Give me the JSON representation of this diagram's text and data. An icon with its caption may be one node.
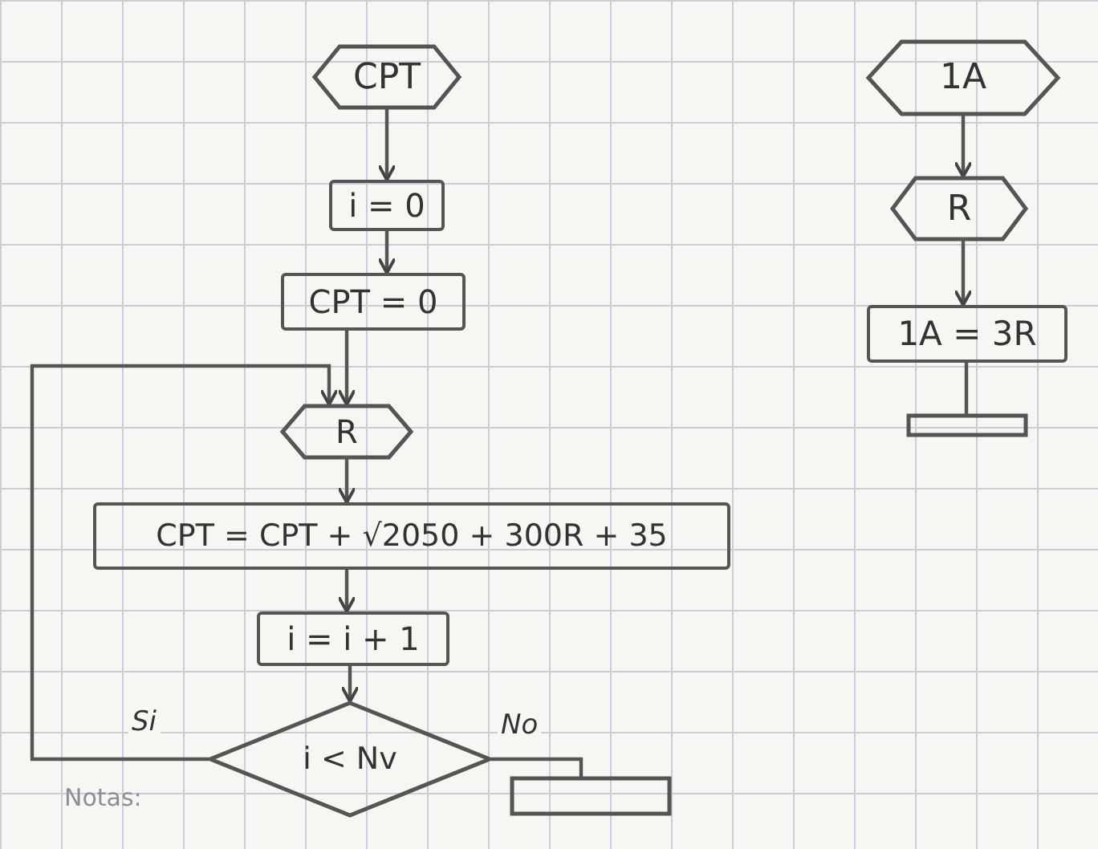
{
  "diagram": {
    "nodes": [
      {
        "text": [
          "CPT"
        ]
      },
      {
        "text": [
          "i = 0"
        ]
      },
      {
        "text": [
          "CPT = 0"
        ]
      },
      {
        "text": [
          "R"
        ]
      },
      {
        "text": [
          "CPT = CPT + √2050 + 300R + 35"
        ]
      },
      {
        "text": [
          "i = i + 1"
        ]
      },
      {
        "text": [
          "i < Nv"
        ]
      },
      {
        "text": [],
        "shape": "bar"
      },
      {
        "text": [
          "1A"
        ]
      },
      {
        "text": [
          "R"
        ]
      },
      {
        "text": [
          "1A = 3R"
        ]
      },
      {
        "text": [],
        "shape": "bar"
      }
    ],
    "edges": [
      {
        "from": 0,
        "to": 1,
        "arrow": "to"
      },
      {
        "from": 1,
        "to": 2,
        "arrow": "to"
      },
      {
        "from": 2,
        "to": 3,
        "arrow": "to"
      },
      {
        "from": 3,
        "to": 4,
        "arrow": "to"
      },
      {
        "from": 4,
        "to": 5,
        "arrow": "to"
      },
      {
        "from": 5,
        "to": 6,
        "arrow": "to"
      },
      {
        "from": 6,
        "to": 3,
        "arrow": "to",
        "label": "Si"
      },
      {
        "from": 6,
        "to": 7,
        "arrow": "none",
        "label": "No"
      },
      {
        "from": 8,
        "to": 9,
        "arrow": "to"
      },
      {
        "from": 9,
        "to": 10,
        "arrow": "to"
      },
      {
        "from": 10,
        "to": 11,
        "arrow": "none"
      }
    ],
    "labels": [
      "Notas:"
    ]
  }
}
